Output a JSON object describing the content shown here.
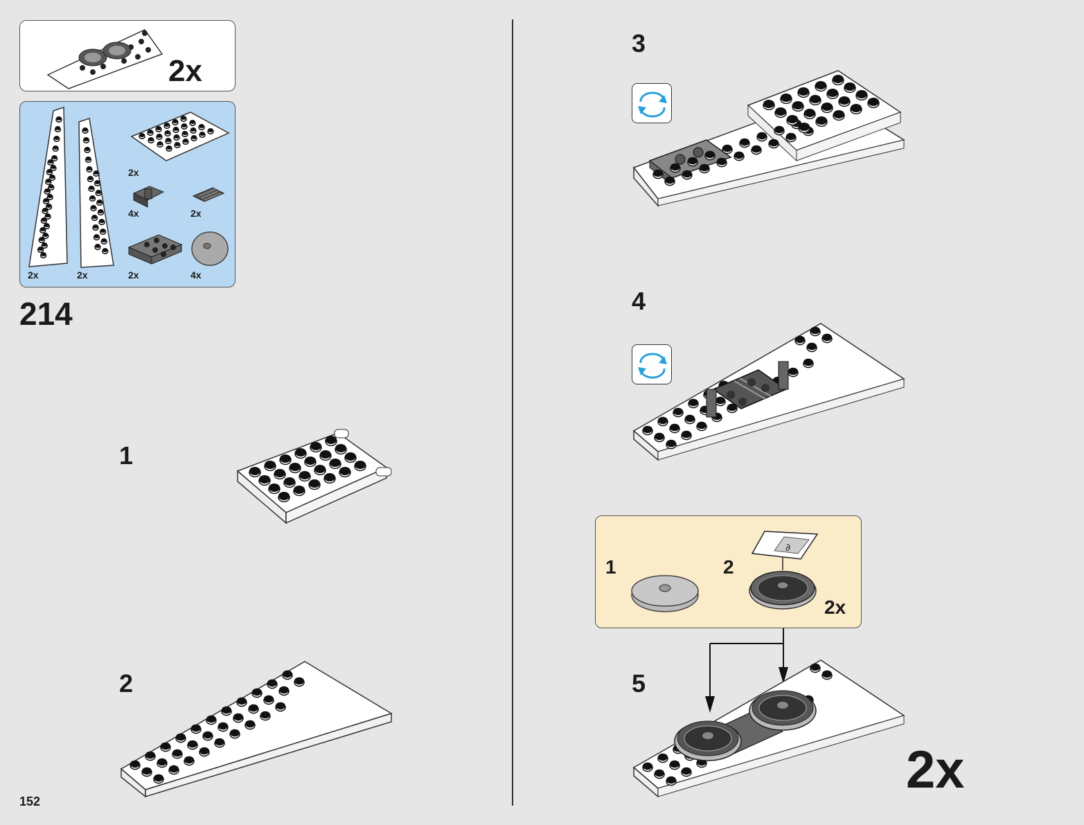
{
  "header_callout": {
    "multiplier": "2x"
  },
  "parts_list": {
    "background": "#b8d7f2",
    "items": [
      {
        "qty": "2x",
        "icon": "wedge-plate-left-icon"
      },
      {
        "qty": "2x",
        "icon": "wedge-plate-right-icon"
      },
      {
        "qty": "2x",
        "icon": "plate-4x6-with-pins-icon"
      },
      {
        "qty": "4x",
        "icon": "bracket-dark-gray-icon"
      },
      {
        "qty": "2x",
        "icon": "grille-tile-icon"
      },
      {
        "qty": "2x",
        "icon": "plate-2x3-dark-gray-icon"
      },
      {
        "qty": "4x",
        "icon": "round-dish-icon"
      }
    ]
  },
  "main_step_number": "214",
  "sub_steps": [
    {
      "num": "1"
    },
    {
      "num": "2"
    },
    {
      "num": "3"
    },
    {
      "num": "4"
    },
    {
      "num": "5"
    }
  ],
  "sub_assembly": {
    "background": "#fbecc9",
    "step1": "1",
    "step2": "2",
    "multiplier": "2x"
  },
  "final_multiplier": "2x",
  "page_number": "152",
  "colors": {
    "page": "#e6e6e6",
    "stud_dark": "#1a1a1a",
    "rotate_arrow": "#2aa0db"
  }
}
